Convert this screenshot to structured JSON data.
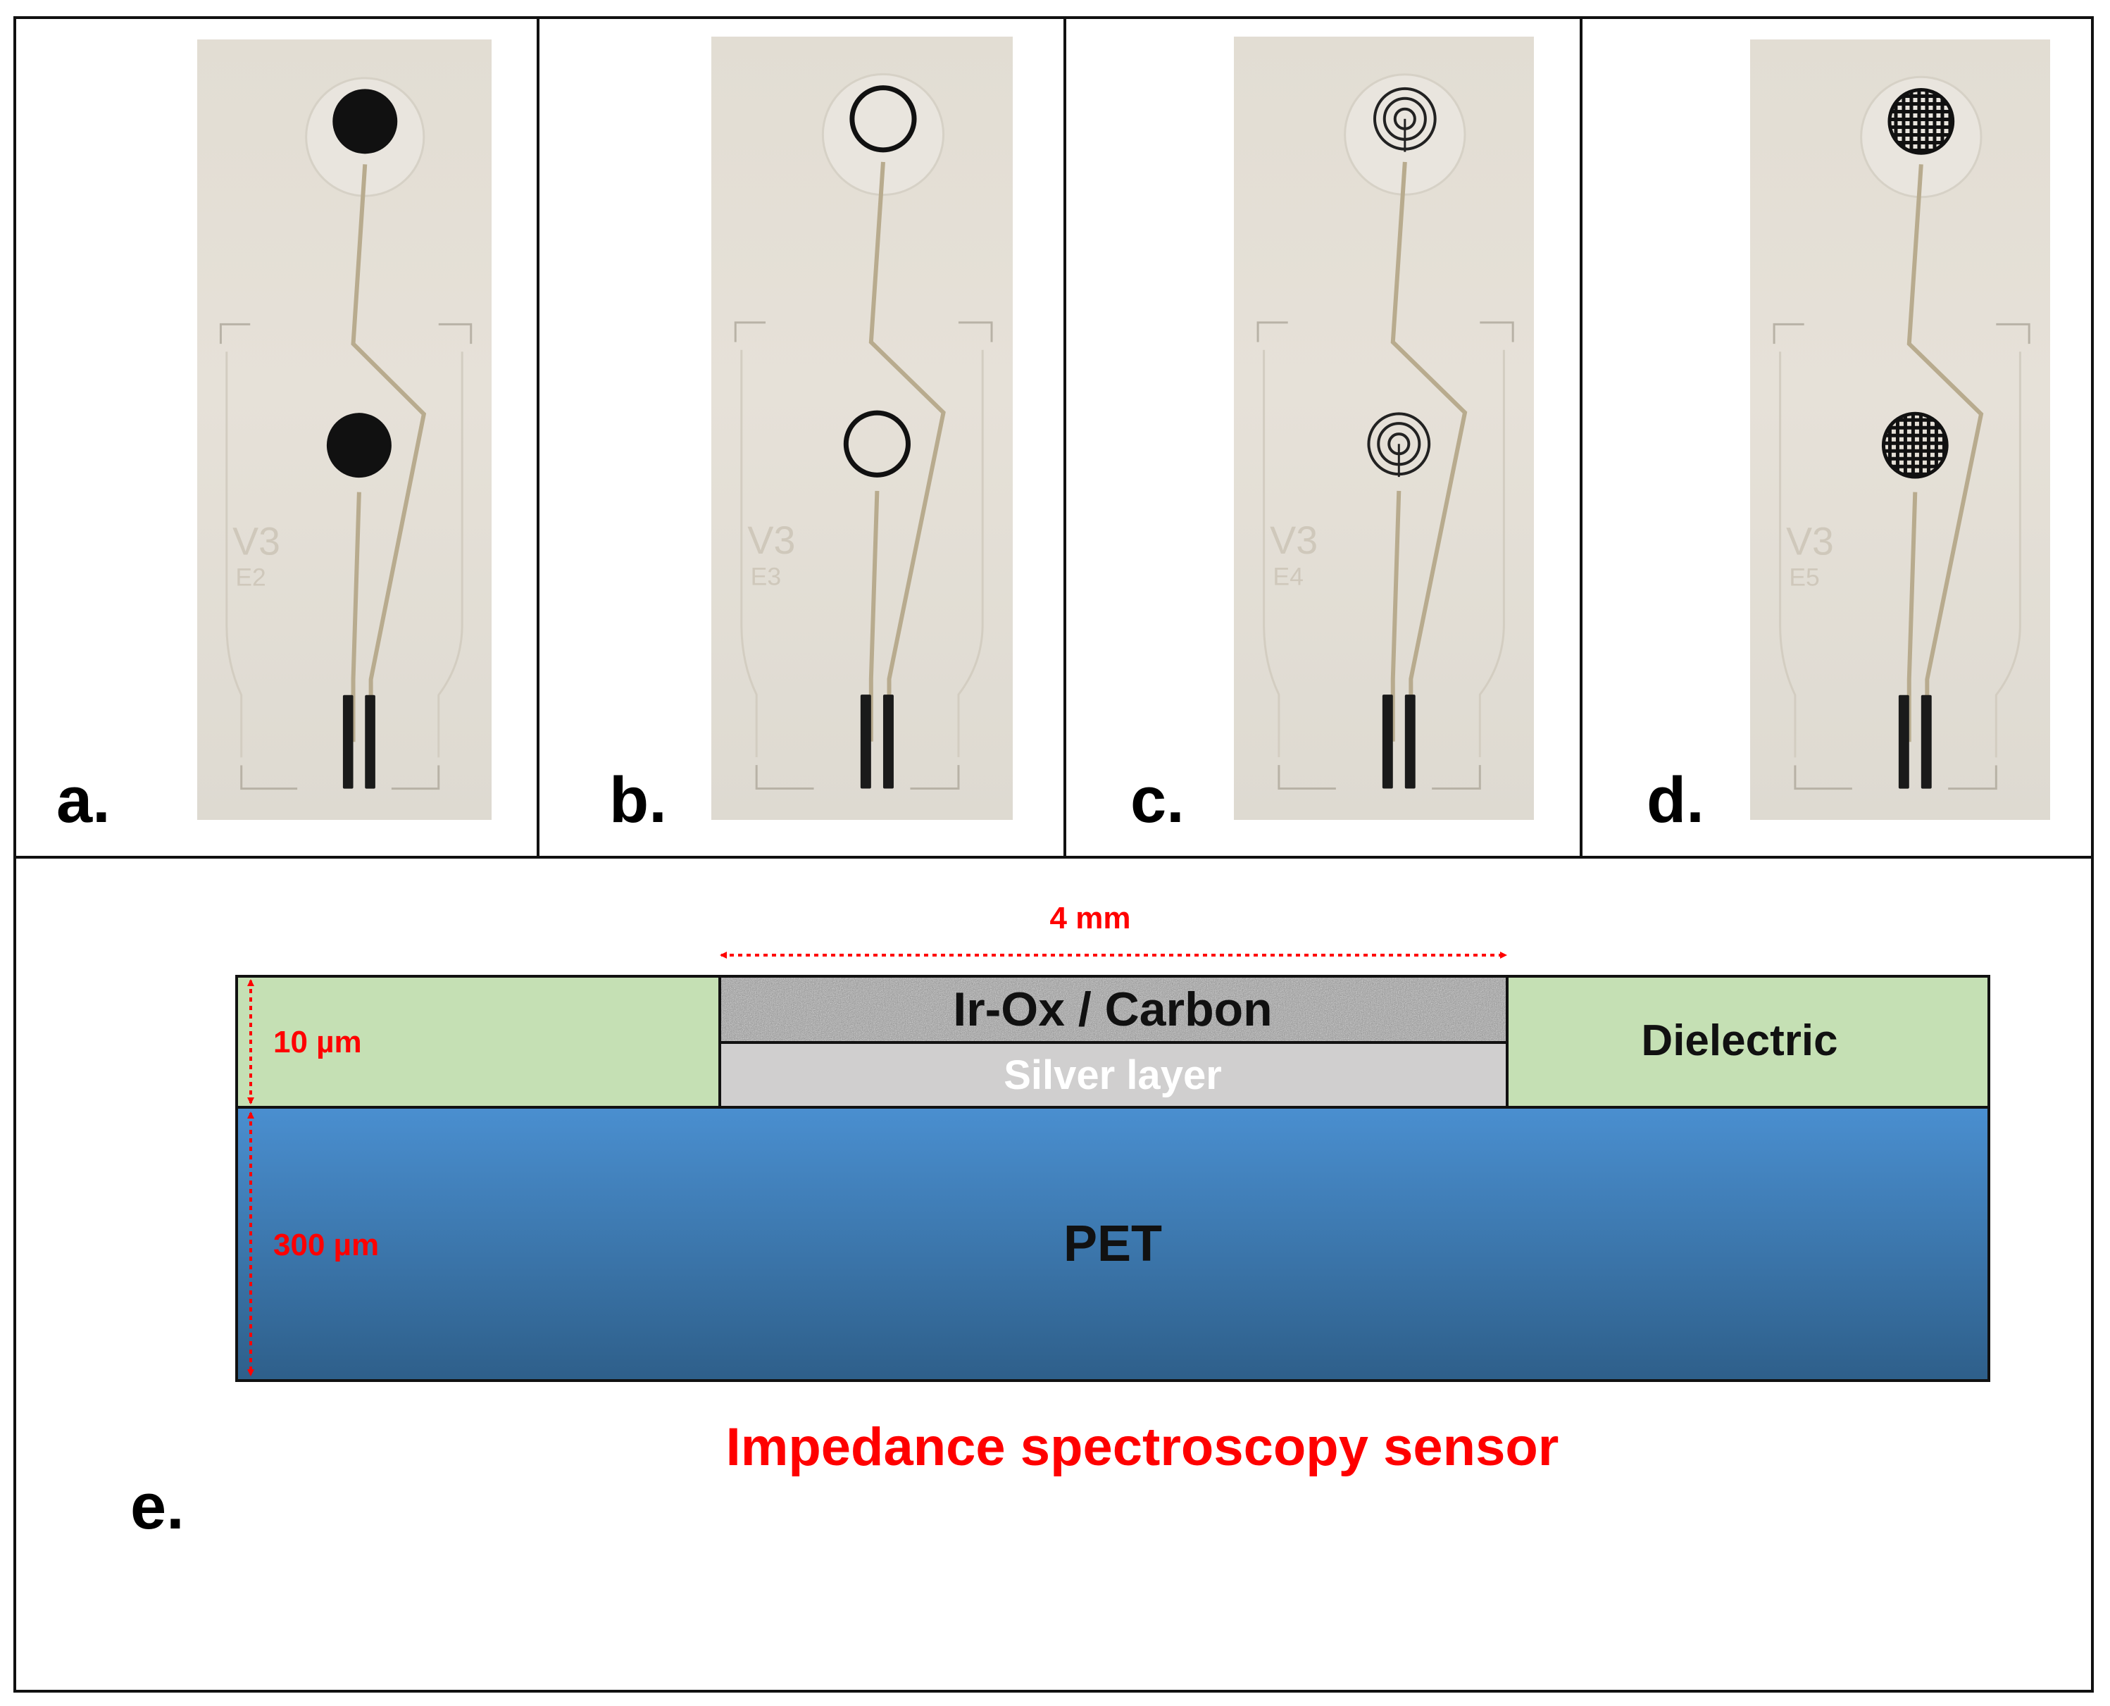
{
  "panels": [
    {
      "label": "a.",
      "version": "V3",
      "electrode": "E2",
      "pattern": "solid"
    },
    {
      "label": "b.",
      "version": "V3",
      "electrode": "E3",
      "pattern": "ring"
    },
    {
      "label": "c.",
      "version": "V3",
      "electrode": "E4",
      "pattern": "concentric"
    },
    {
      "label": "d.",
      "version": "V3",
      "electrode": "E5",
      "pattern": "mesh"
    }
  ],
  "cross_section": {
    "label": "e.",
    "width_dimension": "4 mm",
    "dielectric_thickness": "10 µm",
    "substrate_thickness": "300 µm",
    "layers": {
      "active": "Ir-Ox / Carbon",
      "conductor": "Silver layer",
      "insulator": "Dielectric",
      "substrate": "PET"
    },
    "caption": "Impedance spectroscopy sensor"
  },
  "colors": {
    "annotation": "#ff0000",
    "dielectric": "#c5e0b4",
    "silver": "#d0cfcf",
    "pet_top": "#4a8fd0",
    "pet_bottom": "#2e5f8a",
    "photo_background": "#e2ddd3"
  }
}
